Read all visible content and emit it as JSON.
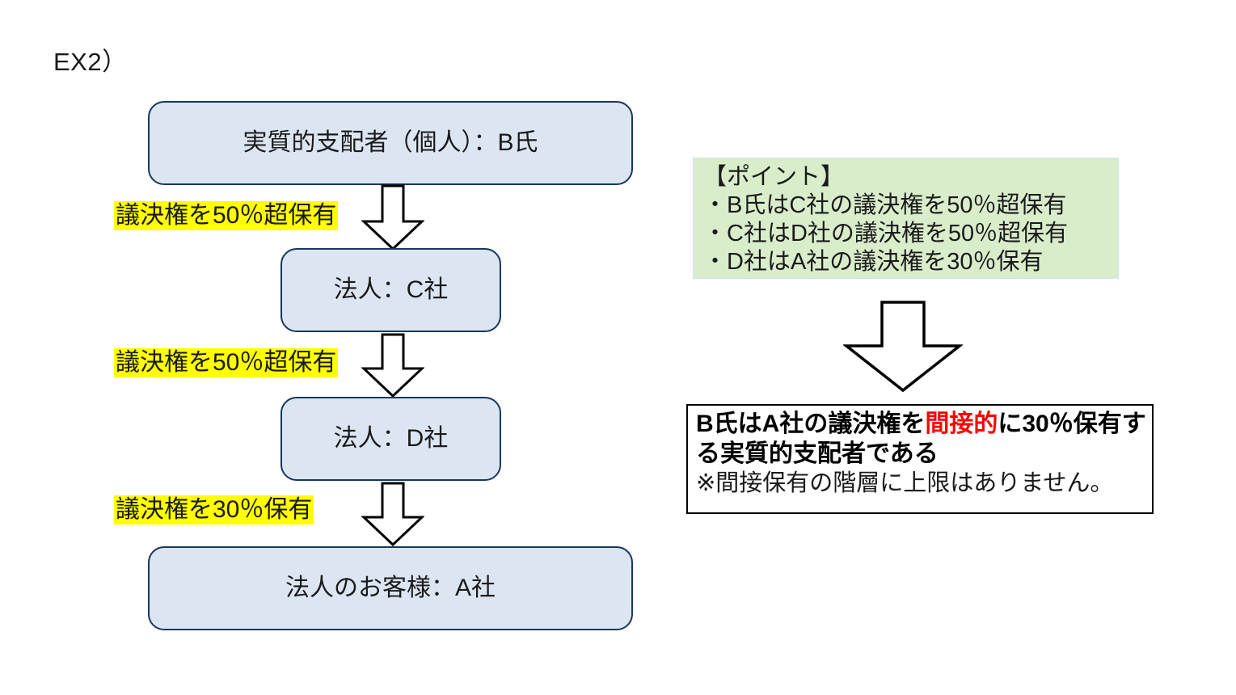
{
  "page": {
    "example_label": "EX2）"
  },
  "flow": {
    "boxes": [
      {
        "id": "beneficial-owner",
        "label": "実質的支配者（個人）：B氏"
      },
      {
        "id": "company-c",
        "label": "法人：C社"
      },
      {
        "id": "company-d",
        "label": "法人：D社"
      },
      {
        "id": "customer-a",
        "label": "法人のお客様：A社"
      }
    ],
    "edge_labels": [
      "議決権を50％超保有",
      "議決権を50％超保有",
      "議決権を30％保有"
    ],
    "arrow_icon": "down-block-arrow"
  },
  "points_panel": {
    "title": "【ポイント】",
    "items": [
      "・B氏はC社の議決権を50％超保有",
      "・C社はD社の議決権を50％超保有",
      "・D社はA社の議決権を30％保有"
    ]
  },
  "conclusion": {
    "line1_before": "B氏はA社の議決権を",
    "line1_highlight": "間接的",
    "line1_after": "に30％保",
    "line2": "有する実質的支配者である",
    "note": "※間接保有の階層に上限はありません。"
  },
  "colors": {
    "box_fill": "#dce6f3",
    "box_border": "#17375e",
    "highlight": "#ffff00",
    "panel_fill": "#d9edcb",
    "accent_red": "#ff0000",
    "outline_black": "#000000"
  }
}
